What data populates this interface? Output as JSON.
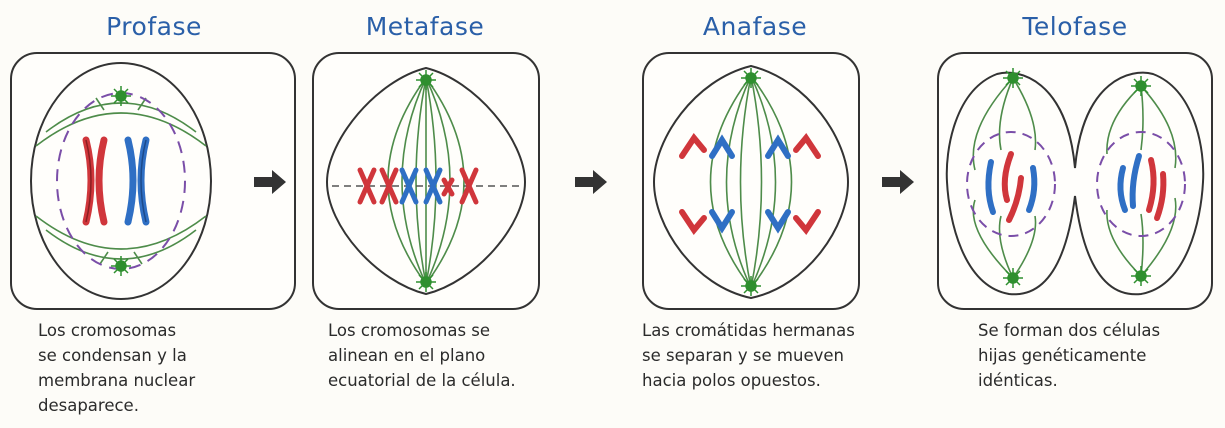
{
  "stages": [
    {
      "title": "Profase",
      "caption_lines": [
        "Los cromosomas",
        "se condensan y la",
        "membrana nuclear",
        "desaparece."
      ]
    },
    {
      "title": "Metafase",
      "caption_lines": [
        "Los cromosomas se",
        "alinean en el plano",
        "ecuatorial de la célula."
      ]
    },
    {
      "title": "Anafase",
      "caption_lines": [
        "Las cromátidas hermanas",
        "se separan y se mueven",
        "hacia polos opuestos."
      ]
    },
    {
      "title": "Telofase",
      "caption_lines": [
        "Se forman dos células",
        "hijas genéticamente",
        "idénticas."
      ]
    }
  ],
  "colors": {
    "title": "#2a5fa8",
    "chromosome_red": "#d0363b",
    "chromosome_blue": "#2f6fc4",
    "spindle": "#4e8c4a",
    "centrosome": "#2f8f2f",
    "nuclear_membrane": "#7a4ea8",
    "outline": "#333333",
    "arrow": "#333333"
  },
  "icons": {
    "between_stages": "right-arrow-icon"
  }
}
